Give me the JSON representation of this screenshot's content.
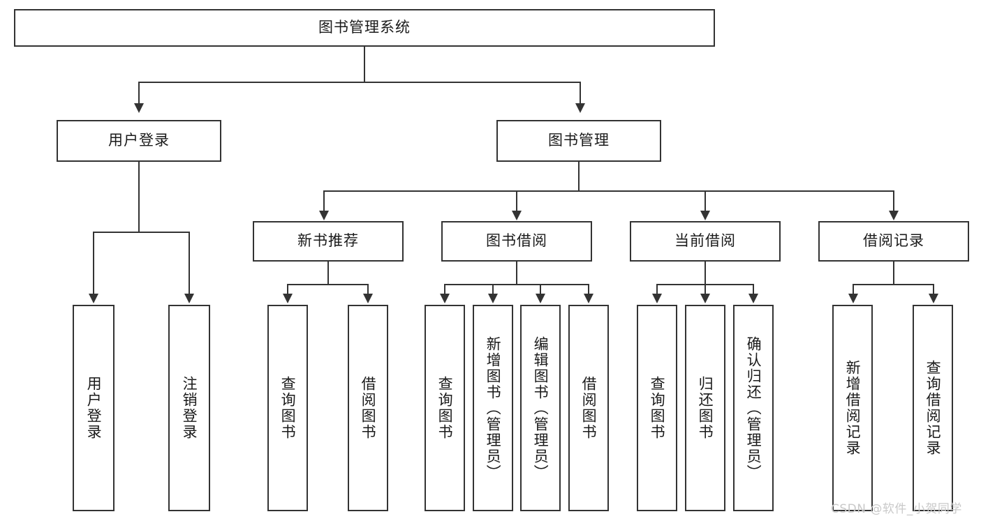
{
  "diagram": {
    "title_node": {
      "label": "图书管理系统"
    },
    "level2": [
      {
        "id": "user-login",
        "label": "用户登录"
      },
      {
        "id": "book-management",
        "label": "图书管理"
      }
    ],
    "level3": [
      {
        "id": "new-book-recommend",
        "label": "新书推荐"
      },
      {
        "id": "book-borrow",
        "label": "图书借阅"
      },
      {
        "id": "current-borrow",
        "label": "当前借阅"
      },
      {
        "id": "borrow-record",
        "label": "借阅记录"
      }
    ],
    "leaves": {
      "user_login": [
        {
          "id": "leaf-user-login",
          "label": "用户登录"
        },
        {
          "id": "leaf-logout",
          "label": "注销登录"
        }
      ],
      "new_book_recommend": [
        {
          "id": "leaf-query-book-1",
          "label": "查询图书"
        },
        {
          "id": "leaf-borrow-book-1",
          "label": "借阅图书"
        }
      ],
      "book_borrow": [
        {
          "id": "leaf-query-book-2",
          "label": "查询图书"
        },
        {
          "id": "leaf-add-book",
          "label": "新增图书（管理员）"
        },
        {
          "id": "leaf-edit-book",
          "label": "编辑图书（管理员）"
        },
        {
          "id": "leaf-borrow-book-2",
          "label": "借阅图书"
        }
      ],
      "current_borrow": [
        {
          "id": "leaf-query-book-3",
          "label": "查询图书"
        },
        {
          "id": "leaf-return-book",
          "label": "归还图书"
        },
        {
          "id": "leaf-confirm-return",
          "label": "确认归还（管理员）"
        }
      ],
      "borrow_record": [
        {
          "id": "leaf-add-borrow-record",
          "label": "新增借阅记录"
        },
        {
          "id": "leaf-query-borrow-record",
          "label": "查询借阅记录"
        }
      ]
    }
  },
  "watermark": {
    "text": "CSDN @软件_小贺同学"
  },
  "colors": {
    "stroke": "#333333",
    "background": "#ffffff",
    "text": "#1a1a1a",
    "watermark": "#c9c9c9"
  }
}
